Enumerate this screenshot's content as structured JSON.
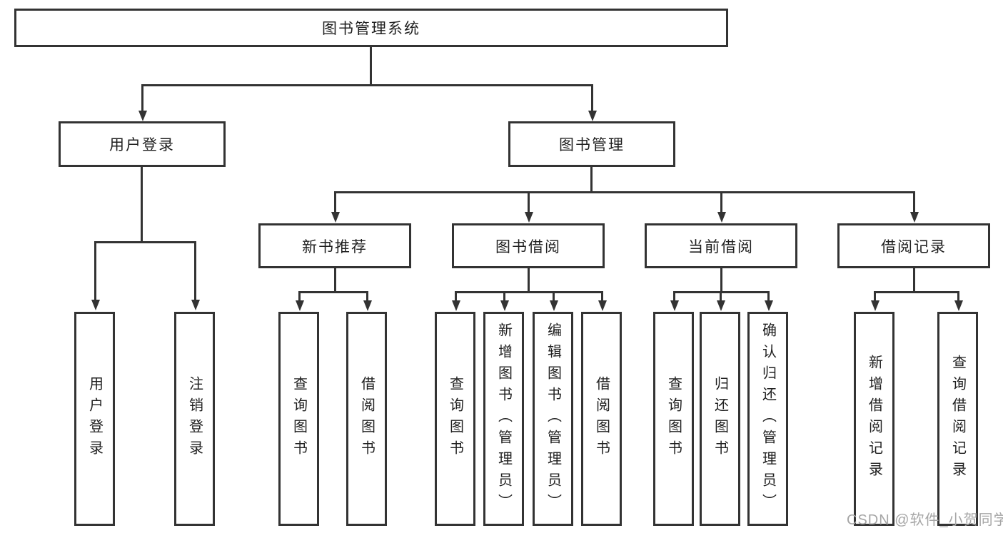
{
  "tree": {
    "root": "图书管理系统",
    "branches": [
      {
        "label": "用户登录",
        "leaves": [
          "用户登录",
          "注销登录"
        ]
      },
      {
        "label": "图书管理",
        "modules": [
          {
            "label": "新书推荐",
            "leaves": [
              "查询图书",
              "借阅图书"
            ]
          },
          {
            "label": "图书借阅",
            "leaves": [
              "查询图书",
              "新增图书（管理员）",
              "编辑图书（管理员）",
              "借阅图书"
            ]
          },
          {
            "label": "当前借阅",
            "leaves": [
              "查询图书",
              "归还图书",
              "确认归还（管理员）"
            ]
          },
          {
            "label": "借阅记录",
            "leaves": [
              "新增借阅记录",
              "查询借阅记录"
            ]
          }
        ]
      }
    ]
  },
  "watermark": "CSDN @软件_小贺同学",
  "colors": {
    "line": "#333333",
    "text": "#1f1f1f",
    "background": "#ffffff",
    "watermark": "#a6a6a6"
  }
}
